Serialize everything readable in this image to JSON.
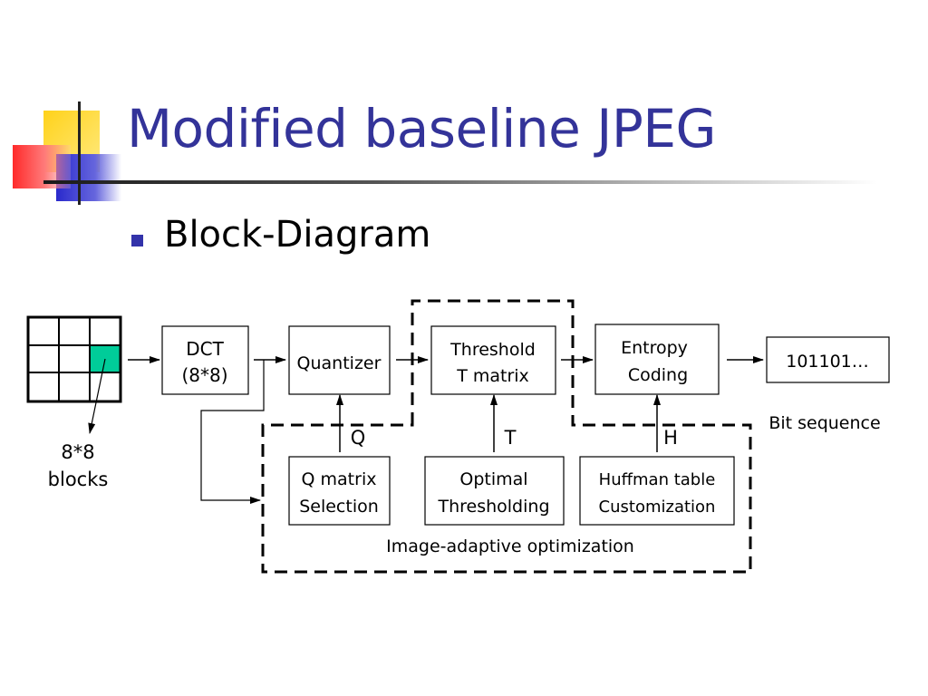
{
  "slide": {
    "title": "Modified baseline JPEG",
    "bullet_text": "Block-Diagram"
  },
  "diagram": {
    "blocks_label": [
      "8*8",
      "blocks"
    ],
    "dct": [
      "DCT",
      "(8*8)"
    ],
    "quantizer": "Quantizer",
    "threshold": [
      "Threshold",
      "T matrix"
    ],
    "entropy": [
      "Entropy",
      "Coding"
    ],
    "output": "101101…",
    "bit_sequence": "Bit sequence",
    "q_matrix": [
      "Q matrix",
      "Selection"
    ],
    "optimal": [
      "Optimal",
      "Thresholding"
    ],
    "huffman": [
      "Huffman table",
      "Customization"
    ],
    "label_q": "Q",
    "label_t": "T",
    "label_h": "H",
    "optimization_label": "Image-adaptive optimization"
  },
  "colors": {
    "title": "#333399",
    "bullet": "#3333aa",
    "highlight_cell": "#00cc99",
    "deco_yellow": "#ffcc00",
    "deco_blue": "#3333cc",
    "deco_red": "#ff3333"
  }
}
